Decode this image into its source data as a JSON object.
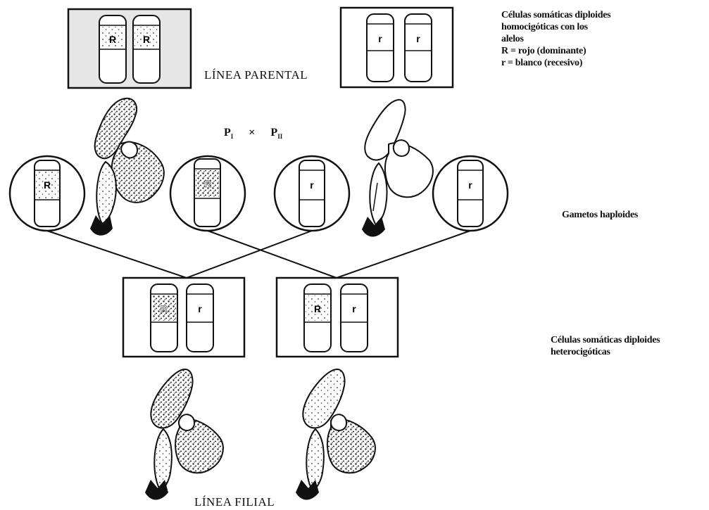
{
  "parental_label": "LÍNEA PARENTAL",
  "filial_label": "LÍNEA FILIAL",
  "cross": {
    "p1": "P",
    "p1_sub": "I",
    "times": "×",
    "p2": "P",
    "p2_sub": "II"
  },
  "notes": {
    "somatic_homozygous": [
      "Células somáticas diploides",
      "homocigóticas con los",
      "alelos",
      "R = rojo (dominante)",
      "r = blanco (recesivo)"
    ],
    "gametes": "Gametos haploides",
    "somatic_heterozygous": [
      "Células somáticas diploides",
      "heterocigóticas"
    ]
  },
  "cells": {
    "parent_left": [
      "R",
      "R"
    ],
    "parent_right": [
      "r",
      "r"
    ],
    "gametes": [
      "R",
      "R",
      "r",
      "r"
    ],
    "filial_left": [
      "R",
      "r"
    ],
    "filial_right": [
      "R",
      "r"
    ]
  },
  "flowers": {
    "parent_left": "red-flower",
    "parent_right": "white-flower",
    "filial_left": "red-flower",
    "filial_right": "red-flower"
  },
  "colors": {
    "ink": "#111111",
    "speckle": "#222222",
    "cell_fill": "#dcdcdc"
  }
}
